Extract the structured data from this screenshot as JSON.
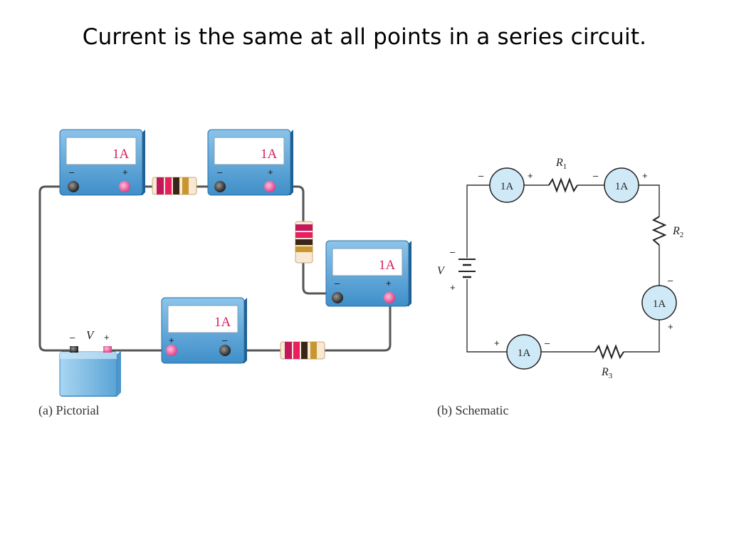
{
  "title": "Current is the same at all points in a series circuit.",
  "pictorial": {
    "caption": "(a) Pictorial",
    "meter_reading": "1A",
    "meter_reading_digit": "1",
    "meter_reading_unit": "A",
    "battery_label": "V",
    "minus": "–",
    "plus": "+"
  },
  "schematic": {
    "caption": "(b) Schematic",
    "ammeter_label": "1A",
    "source_label": "V",
    "resistors": [
      {
        "name": "R",
        "sub": "1"
      },
      {
        "name": "R",
        "sub": "2"
      },
      {
        "name": "R",
        "sub": "3"
      }
    ],
    "minus": "–",
    "plus": "+"
  },
  "colors": {
    "meter_body": "#5fa8d8",
    "meter_face": "#ffffff",
    "readout": "#d81b60",
    "schematic_ammeter_fill": "#cfe9f7",
    "wire": "#555555",
    "positive_terminal": "#e8559a",
    "negative_terminal": "#444444"
  }
}
